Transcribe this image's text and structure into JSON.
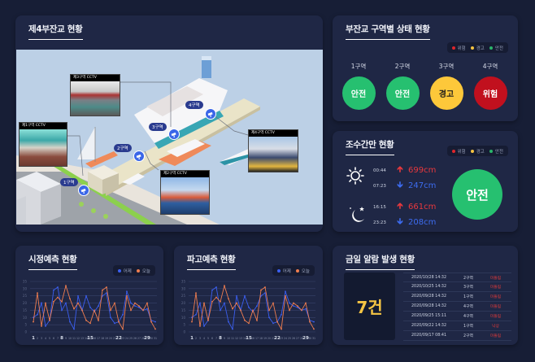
{
  "map_panel": {
    "title": "제4부잔교 현황",
    "cctv": [
      {
        "label": "제1구역 CCTV"
      },
      {
        "label": "제2구역 CCTV"
      },
      {
        "label": "제3구역 CCTV"
      },
      {
        "label": "제4구역 CCTV"
      }
    ],
    "zone_tags": [
      "1구역",
      "2구역",
      "3구역",
      "4구역"
    ]
  },
  "zone_status": {
    "title": "부잔교 구역별 상태 현황",
    "legend": [
      {
        "label": "위험",
        "color": "#e0262b"
      },
      {
        "label": "경고",
        "color": "#f4c341"
      },
      {
        "label": "안전",
        "color": "#2ab56a"
      }
    ],
    "zones": [
      {
        "name": "1구역",
        "status": "안전",
        "color": "#26c070",
        "text_color": "#ffffff"
      },
      {
        "name": "2구역",
        "status": "안전",
        "color": "#26c070",
        "text_color": "#ffffff"
      },
      {
        "name": "3구역",
        "status": "경고",
        "color": "#fdc83a",
        "text_color": "#1a1a1a"
      },
      {
        "name": "4구역",
        "status": "위험",
        "color": "#c1101e",
        "text_color": "#ffffff"
      }
    ]
  },
  "tide": {
    "title": "조수간만 현황",
    "legend": [
      {
        "label": "위험",
        "color": "#e0262b"
      },
      {
        "label": "경고",
        "color": "#f4c341"
      },
      {
        "label": "안전",
        "color": "#2ab56a"
      }
    ],
    "day": [
      {
        "time": "00:44",
        "direction": "up",
        "value": "699cm"
      },
      {
        "time": "07:23",
        "direction": "down",
        "value": "247cm"
      }
    ],
    "night": [
      {
        "time": "16:15",
        "direction": "up",
        "value": "661cm"
      },
      {
        "time": "23:23",
        "direction": "down",
        "value": "208cm"
      }
    ],
    "status": "안전",
    "status_color": "#26c070",
    "up_color": "#e8383d",
    "down_color": "#3d6cf0"
  },
  "alarms": {
    "title": "금일 알람 발생 현황",
    "count": "7건",
    "rows": [
      {
        "datetime": "2020/10/28 14:32",
        "zone": "2구역",
        "type": "미들림"
      },
      {
        "datetime": "2020/10/25 14:32",
        "zone": "3구역",
        "type": "미들림"
      },
      {
        "datetime": "2020/09/28 14:32",
        "zone": "1구역",
        "type": "미들림"
      },
      {
        "datetime": "2020/09/28 14:32",
        "zone": "4구역",
        "type": "미들림"
      },
      {
        "datetime": "2020/09/25 15:11",
        "zone": "4구역",
        "type": "미들림"
      },
      {
        "datetime": "2020/09/22 14:32",
        "zone": "1구역",
        "type": "낙상"
      },
      {
        "datetime": "2020/09/17 08:41",
        "zone": "2구역",
        "type": "미들림"
      }
    ]
  },
  "visibility_panel": {
    "title": "시정예측 현황",
    "legend": [
      {
        "label": "어제",
        "color": "#3b5ff0"
      },
      {
        "label": "오늘",
        "color": "#ef7d4f"
      }
    ]
  },
  "wave_panel": {
    "title": "파고예측 현황",
    "legend": [
      {
        "label": "어제",
        "color": "#3b5ff0"
      },
      {
        "label": "오늘",
        "color": "#ef7d4f"
      }
    ]
  },
  "chart_data": [
    {
      "type": "line",
      "title": "시정예측 현황",
      "x": [
        1,
        2,
        3,
        4,
        5,
        6,
        7,
        8,
        9,
        10,
        11,
        12,
        13,
        14,
        15,
        16,
        17,
        18,
        19,
        20,
        21,
        22,
        23,
        24,
        25,
        26,
        27,
        28,
        29,
        30,
        31
      ],
      "highlight_ticks": [
        1,
        8,
        15,
        22,
        29
      ],
      "yticks": [
        0,
        5,
        10,
        15,
        20,
        25,
        30,
        35
      ],
      "ylim": [
        0,
        35
      ],
      "grid": true,
      "legend_position": "top-right",
      "series": [
        {
          "name": "어제",
          "color": "#3b5ff0",
          "values": [
            10,
            12,
            20,
            4,
            8,
            29,
            31,
            15,
            20,
            7,
            2,
            25,
            15,
            25,
            17,
            14,
            18,
            25,
            27,
            10,
            6,
            7,
            12,
            28,
            20,
            18,
            17,
            15,
            16,
            8,
            7
          ]
        },
        {
          "name": "오늘",
          "color": "#ef7d4f",
          "values": [
            7,
            27,
            4,
            20,
            8,
            21,
            24,
            21,
            32,
            23,
            16,
            20,
            15,
            8,
            6,
            15,
            8,
            29,
            31,
            15,
            20,
            7,
            2,
            25,
            15,
            20,
            18,
            15,
            20,
            7,
            2
          ]
        }
      ]
    },
    {
      "type": "line",
      "title": "파고예측 현황",
      "x": [
        1,
        2,
        3,
        4,
        5,
        6,
        7,
        8,
        9,
        10,
        11,
        12,
        13,
        14,
        15,
        16,
        17,
        18,
        19,
        20,
        21,
        22,
        23,
        24,
        25,
        26,
        27,
        28,
        29,
        30,
        31
      ],
      "highlight_ticks": [
        1,
        8,
        15,
        22,
        29
      ],
      "yticks": [
        0,
        5,
        10,
        15,
        20,
        25,
        30,
        35
      ],
      "ylim": [
        0,
        35
      ],
      "grid": true,
      "legend_position": "top-right",
      "series": [
        {
          "name": "어제",
          "color": "#3b5ff0",
          "values": [
            10,
            12,
            20,
            4,
            8,
            29,
            31,
            15,
            20,
            7,
            2,
            25,
            15,
            25,
            17,
            14,
            18,
            25,
            27,
            10,
            6,
            7,
            12,
            28,
            20,
            18,
            17,
            15,
            16,
            8,
            7
          ]
        },
        {
          "name": "오늘",
          "color": "#ef7d4f",
          "values": [
            7,
            27,
            4,
            20,
            8,
            21,
            24,
            21,
            32,
            23,
            16,
            20,
            15,
            8,
            6,
            15,
            8,
            29,
            31,
            15,
            20,
            7,
            2,
            25,
            15,
            20,
            18,
            15,
            20,
            7,
            2
          ]
        }
      ]
    }
  ]
}
